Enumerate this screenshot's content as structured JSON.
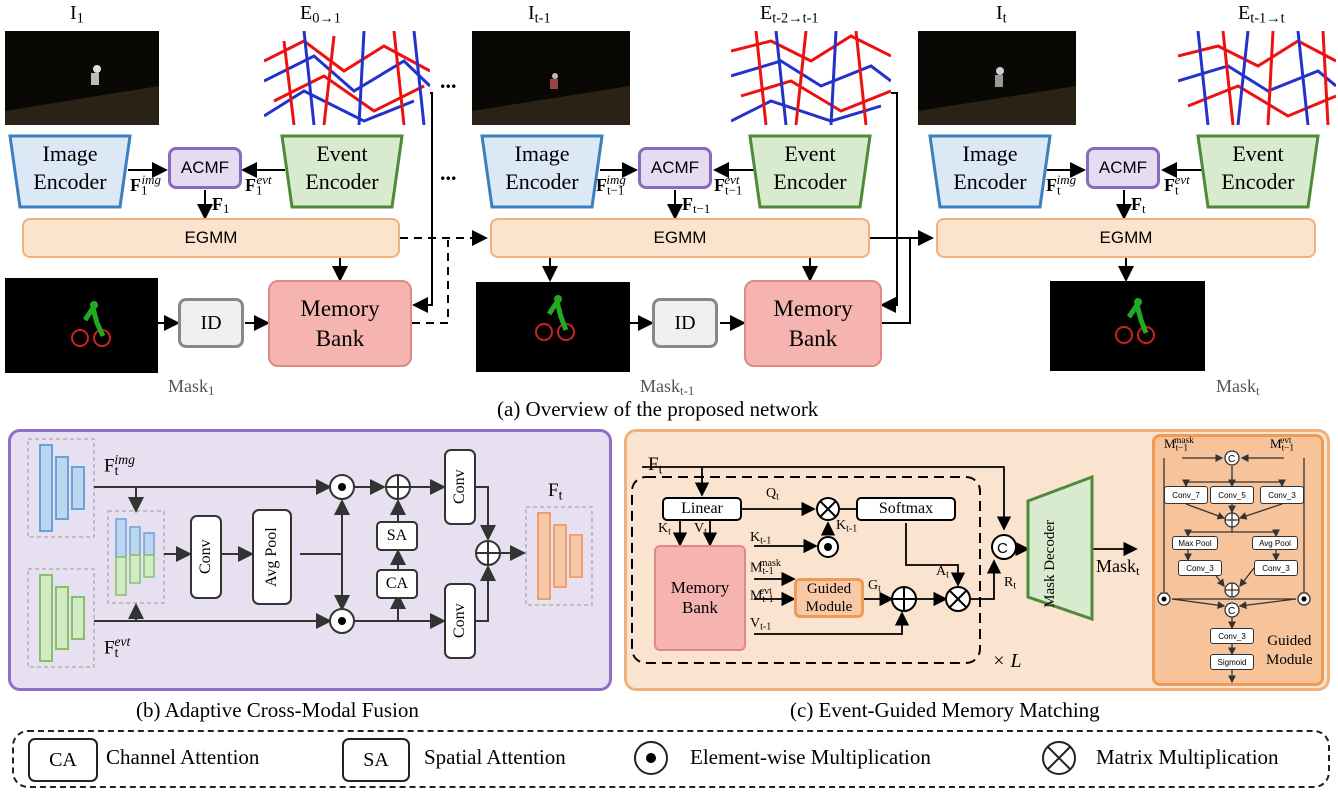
{
  "top": {
    "frame_labels": [
      "I",
      "E",
      "I",
      "E",
      "I",
      "E"
    ],
    "frame_label_1_sub": "1",
    "evt_label_1_sub": "0→1",
    "frame_label_2_sub": "t-1",
    "evt_label_2_sub": "t-2→t-1",
    "frame_label_3_sub": "t",
    "evt_label_3_sub": "t-1→t",
    "image_encoder": "Image\nEncoder",
    "image_encoder_l1": "Image",
    "image_encoder_l2": "Encoder",
    "event_encoder_l1": "Event",
    "event_encoder_l2": "Encoder",
    "acmf": "ACMF",
    "egmm": "EGMM",
    "memory_l1": "Memory",
    "memory_l2": "Bank",
    "id": "ID",
    "ellipsis": "...",
    "feat_F": "F",
    "sup_img": "img",
    "sup_evt": "evt",
    "sub_1": "1",
    "sub_tm1": "t−1",
    "sub_t": "t",
    "mask_label": "Mask",
    "mask_sub_1": "1",
    "mask_sub_tm1": "t-1",
    "mask_sub_t": "t",
    "caption": "(a) Overview of the proposed network"
  },
  "acmf_panel": {
    "F": "F",
    "sub_t": "t",
    "sup_img": "img",
    "sup_evt": "evt",
    "conv": "Conv",
    "avg_pool": "Avg Pool",
    "sa": "SA",
    "ca": "CA",
    "caption": "(b) Adaptive Cross-Modal Fusion"
  },
  "egmm_panel": {
    "Ft": "F",
    "sub_t": "t",
    "linear": "Linear",
    "Q": "Q",
    "K": "K",
    "V": "V",
    "Kt1": "K",
    "sub_tm1": "t-1",
    "softmax": "Softmax",
    "M": "M",
    "sup_mask": "mask",
    "sup_evt": "evt",
    "guided_l1": "Guided",
    "guided_l2": "Module",
    "G": "G",
    "A": "A",
    "R": "R",
    "memory_l1": "Memory",
    "memory_l2": "Bank",
    "mask_decoder": "Mask Decoder",
    "mask_out": "Mask",
    "times_L": "× L",
    "caption": "(c) Event-Guided Memory Matching"
  },
  "guided_module": {
    "M": "M",
    "sup_mask": "mask",
    "sup_evt": "evt",
    "sub_tm1": "t−1",
    "conv7": "Conv_7",
    "conv5": "Conv_5",
    "conv3": "Conv_3",
    "maxpool": "Max Pool",
    "avgpool": "Avg Pool",
    "sigmoid": "Sigmoid",
    "label_l1": "Guided",
    "label_l2": "Module"
  },
  "legend": {
    "ca_box": "CA",
    "ca_text": "Channel Attention",
    "sa_box": "SA",
    "sa_text": "Spatial Attention",
    "elem_text": "Element-wise Multiplication",
    "mat_text": "Matrix Multiplication"
  },
  "colors": {
    "image_encoder_fill": "#dce8f5",
    "image_encoder_stroke": "#3c7fbf",
    "event_encoder_fill": "#d9ebcf",
    "event_encoder_stroke": "#4f8a3a",
    "acmf_fill": "#e6dcf1",
    "acmf_stroke": "#8a6bbf",
    "egmm_fill": "#fbe3cd",
    "egmm_stroke": "#efb27f",
    "memory_fill": "#f5b4b0",
    "memory_stroke": "#e08a84",
    "panel_b_fill": "#e6e0f0",
    "panel_b_stroke": "#8d6fc4",
    "panel_c_fill": "#fbe4cf",
    "panel_c_stroke": "#efb27f"
  }
}
